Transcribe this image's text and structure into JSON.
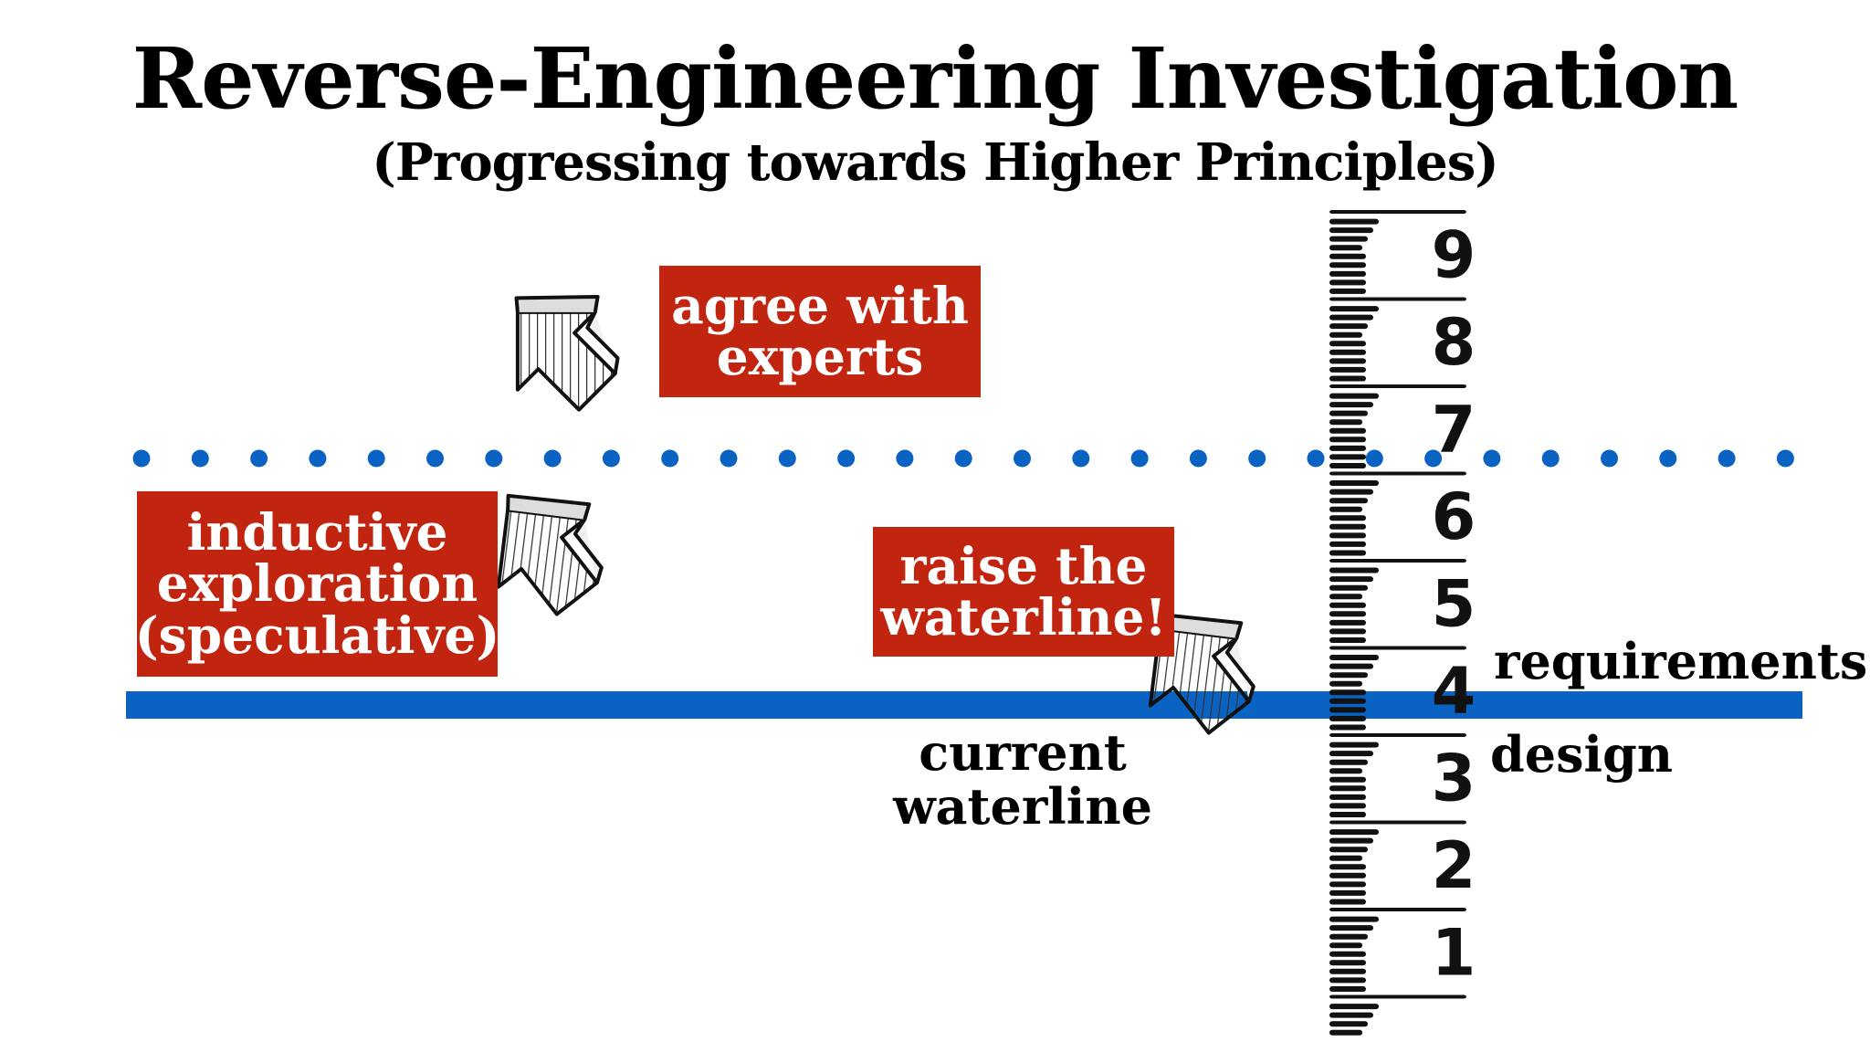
{
  "title": "Reverse-Engineering Investigation",
  "subtitle": "(Progressing towards Higher Principles)",
  "boxes": {
    "experts": [
      "agree with",
      "experts"
    ],
    "inductive": [
      "inductive",
      "exploration",
      "(speculative)"
    ],
    "raise": [
      "raise the",
      "waterline!"
    ]
  },
  "waterline_label": [
    "current",
    "waterline"
  ],
  "ruler": {
    "numbers": [
      "9",
      "8",
      "7",
      "6",
      "5",
      "4",
      "3",
      "2",
      "1"
    ]
  },
  "levels": {
    "requirements": "requirements",
    "design": "design"
  },
  "colors": {
    "red_box": "#c2250f",
    "waterline_blue": "#0a63c2",
    "dotted_blue": "#0a63c2"
  },
  "icons": [
    "arrow-icon",
    "arrow-icon",
    "arrow-icon"
  ]
}
